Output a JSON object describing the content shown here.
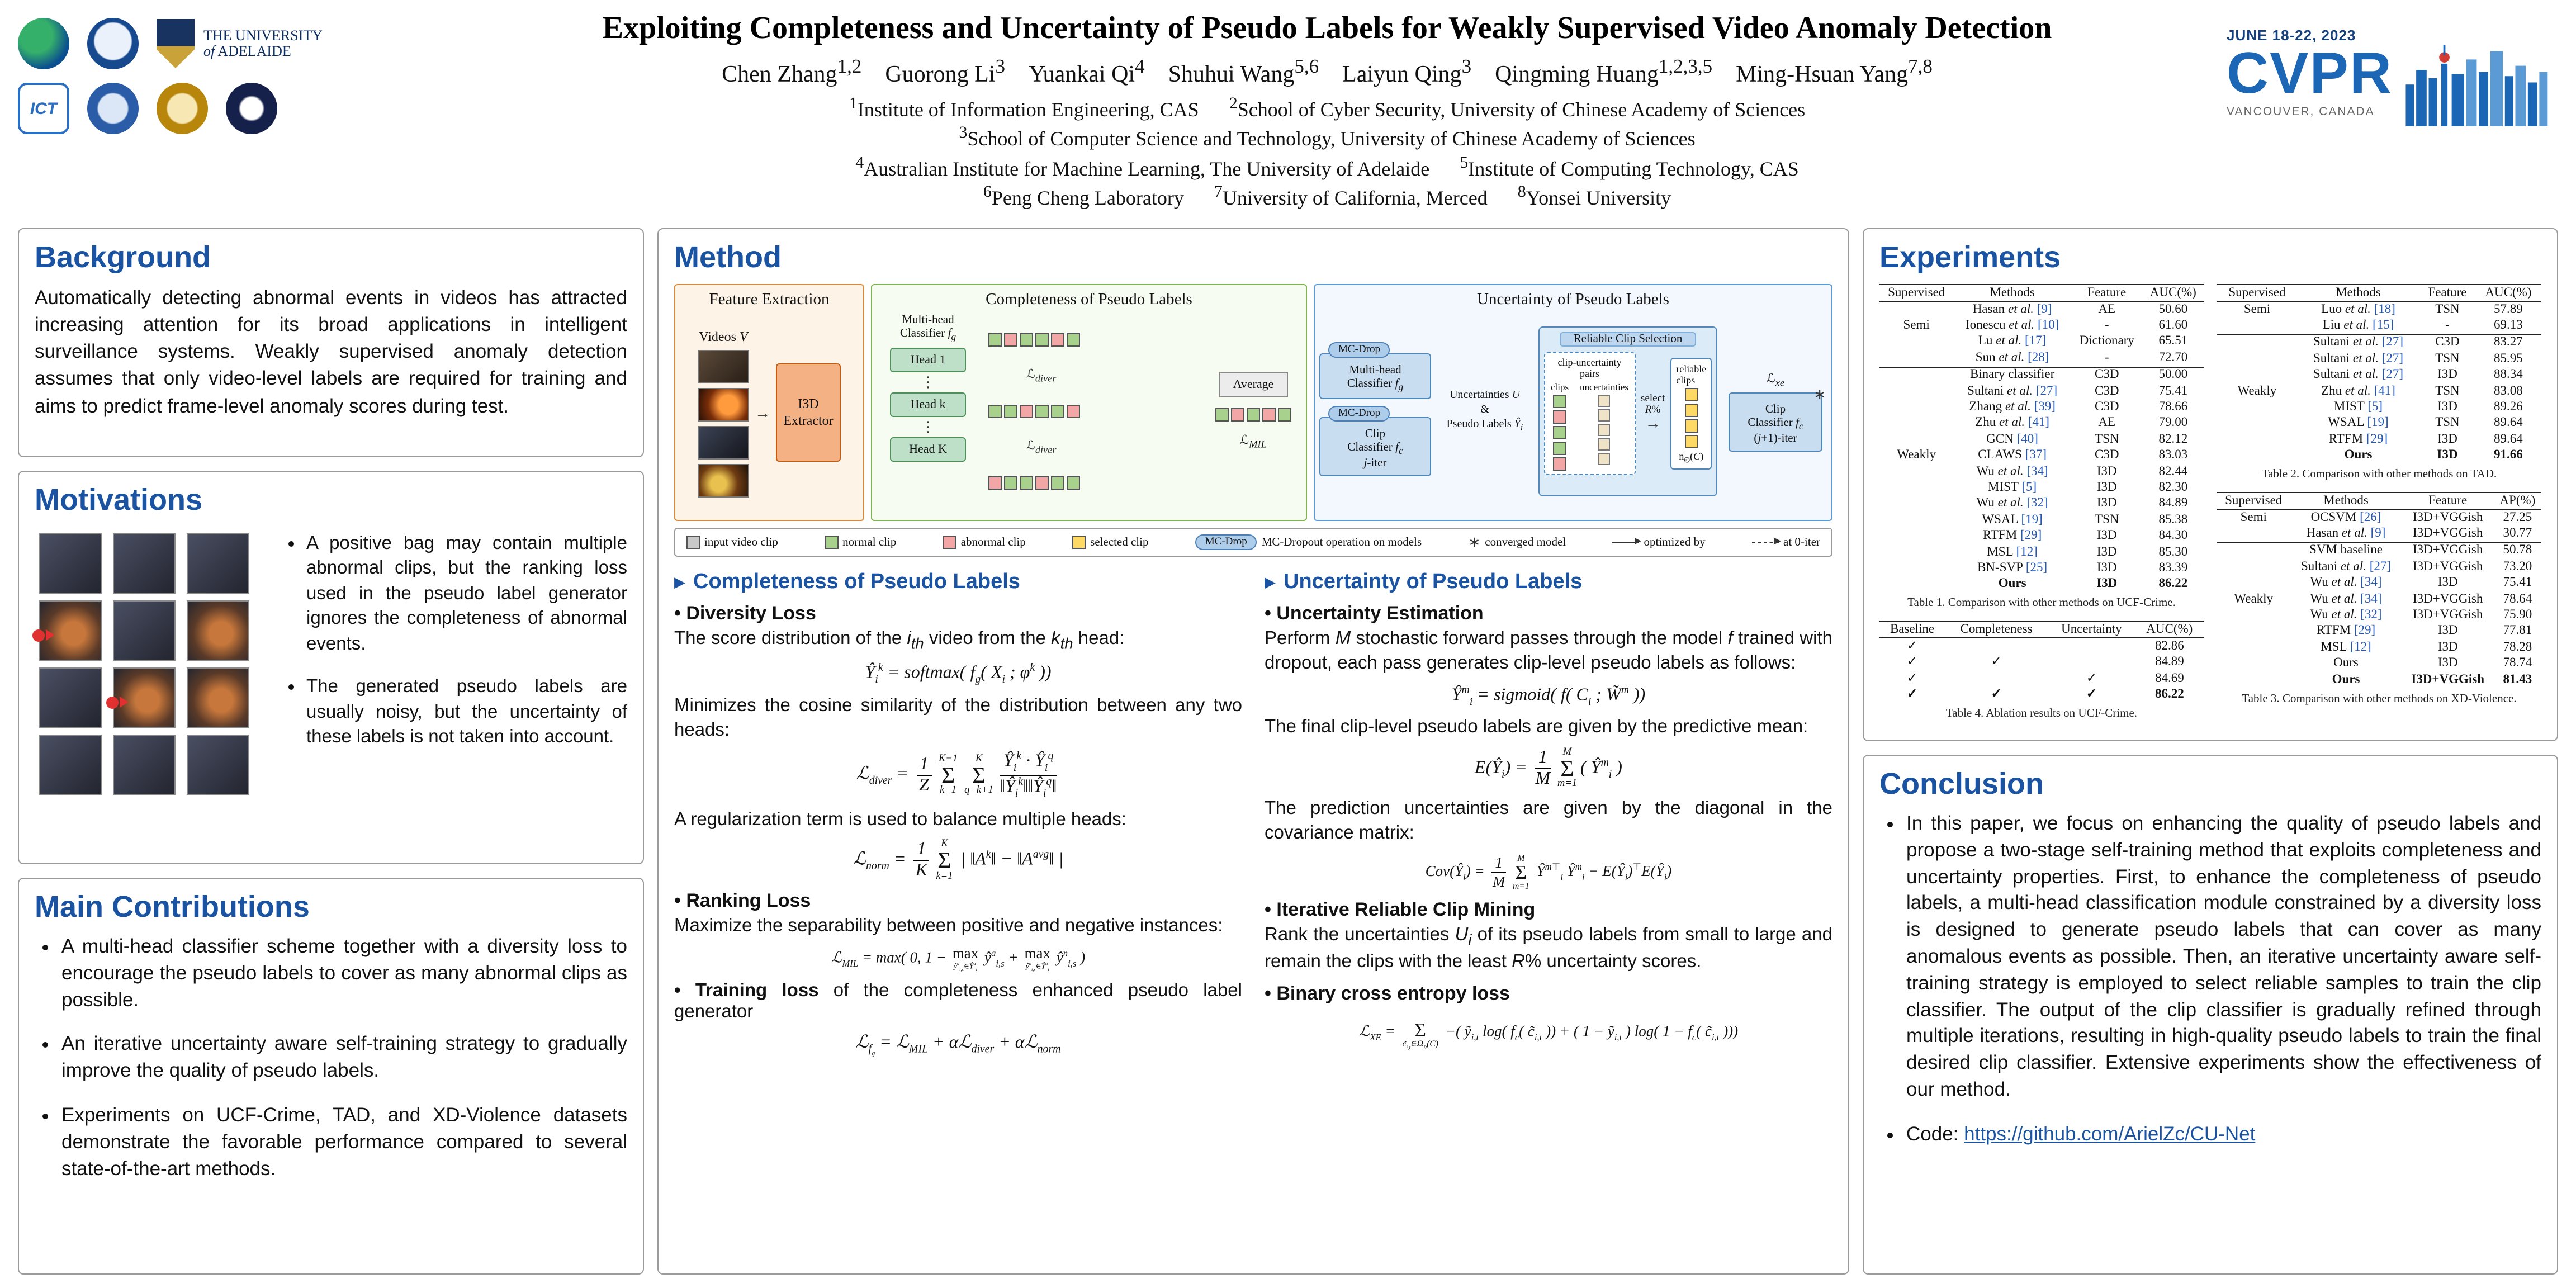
{
  "header": {
    "title": "Exploiting Completeness and Uncertainty of Pseudo Labels for Weakly Supervised Video Anomaly Detection",
    "authors_html": "Chen Zhang<sup>1,2</sup>&nbsp;&nbsp;&nbsp;&nbsp;Guorong Li<sup>3</sup>&nbsp;&nbsp;&nbsp;&nbsp;Yuankai Qi<sup>4</sup>&nbsp;&nbsp;&nbsp;&nbsp;Shuhui Wang<sup>5,6</sup>&nbsp;&nbsp;&nbsp;&nbsp;Laiyun Qing<sup>3</sup>&nbsp;&nbsp;&nbsp;&nbsp;Qingming Huang<sup>1,2,3,5</sup>&nbsp;&nbsp;&nbsp;&nbsp;Ming-Hsuan Yang<sup>7,8</sup>",
    "affils_html": [
      "<sup>1</sup>Institute of Information Engineering, CAS&nbsp;&nbsp;&nbsp;&nbsp;&nbsp;&nbsp;<sup>2</sup>School of Cyber Security, University of Chinese Academy of Sciences",
      "<sup>3</sup>School of Computer Science and Technology, University of Chinese Academy of Sciences",
      "<sup>4</sup>Australian Institute for Machine Learning, The University of Adelaide&nbsp;&nbsp;&nbsp;&nbsp;&nbsp;&nbsp;<sup>5</sup>Institute of Computing Technology, CAS",
      "<sup>6</sup>Peng Cheng Laboratory&nbsp;&nbsp;&nbsp;&nbsp;&nbsp;&nbsp;<sup>7</sup>University of California, Merced&nbsp;&nbsp;&nbsp;&nbsp;&nbsp;&nbsp;<sup>8</sup>Yonsei University"
    ],
    "adelaide_html": "THE UNIVERSITY<br><i>of</i> ADELAIDE",
    "ict_text": "ICT",
    "cvpr": {
      "dates": "JUNE 18-22, 2023",
      "name": "CVPR",
      "city": "VANCOUVER, CANADA"
    }
  },
  "background": {
    "heading": "Background",
    "text": "Automatically detecting abnormal events in videos has attracted increasing attention for its broad applications in intelligent surveillance systems. Weakly supervised anomaly detection assumes that only video-level labels are required for training and aims to predict frame-level anomaly scores during test."
  },
  "motivations": {
    "heading": "Motivations",
    "bullets": [
      "A positive bag may contain multiple abnormal clips, but the ranking loss used in the pseudo label generator ignores the completeness of abnormal events.",
      "The generated pseudo labels are usually noisy, but the uncertainty of these labels is not taken into account."
    ]
  },
  "contributions": {
    "heading": "Main Contributions",
    "bullets": [
      "A multi-head classifier scheme together with a diversity loss to encourage the pseudo labels to cover as many abnormal clips as possible.",
      "An iterative uncertainty aware self-training strategy to gradually improve the quality of pseudo labels.",
      "Experiments on UCF-Crime, TAD, and XD-Violence datasets demonstrate the favorable performance compared to several state-of-the-art methods."
    ]
  },
  "method": {
    "heading": "Method",
    "diagram": {
      "fe_title": "Feature Extraction",
      "videos_label_html": "Videos <i>V</i>",
      "i3d": "I3D Extractor",
      "comp_title": "Completeness of Pseudo Labels",
      "mh_label_html": "Multi-head<br>Classifier <i>f<sub>g</sub></i>",
      "heads": [
        "Head 1",
        "Head k",
        "Head K"
      ],
      "diver_html": "ℒ<i><sub>diver</sub></i>",
      "avg_label": "Average",
      "mil_html": "ℒ<i><sub>MIL</sub></i>",
      "unc_title": "Uncertainty of Pseudo Labels",
      "mcdrop_label": "MC-Drop",
      "mh2_html": "Multi-head<br>Classifier <i>f<sub>g</sub></i>",
      "ccj_html": "Clip<br>Classifier <i>f<sub>c</sub></i><br><i>j</i>-iter",
      "unc_mid_html": "Uncertainties <i>U</i><br>&amp;<br>Pseudo Labels <i>Ŷ<sub>i</sub></i>",
      "rcs_title": "Reliable Clip Selection",
      "pairs_label": "clip-uncertainty pairs",
      "clips_label": "clips",
      "uncert_label": "uncertainties",
      "select_html": "select<br><i>R</i>%",
      "reliable_label": "reliable clips",
      "ntheta_html": "n<sub>Θ</sub>(<i>C</i>)",
      "ccj1_html": "Clip<br>Classifier <i>f<sub>c</sub></i><br>(<i>j</i>+1)-iter",
      "lxe_html": "ℒ<i><sub>xe</sub></i>",
      "star": "∗",
      "legend": [
        "input video clip",
        "normal clip",
        "abnormal clip",
        "selected clip",
        "MC-Dropout operation on models",
        "converged model",
        "optimized by",
        "at 0-iter"
      ]
    },
    "completeness": {
      "heading": "Completeness of Pseudo Labels",
      "b1": "Diversity Loss",
      "t1_html": "The score distribution of the <i>i<sub>th</sub></i> video from the <i>k<sub>th</sub></i> head:",
      "f1_html": "Ŷ<sub>i</sub><sup>k</sup> = softmax( f<sub>g</sub>( X<sub>i</sub> ; φ<sup>k</sup> ))",
      "t2": "Minimizes the cosine similarity of the distribution between any two heads:",
      "f2_html": "ℒ<sub>diver</sub> = <span class='fr'><span>1</span><span>Z</span></span><span class='sg'><span>K−1</span><span>Σ</span><span>k=1</span></span><span class='sg'><span>K</span><span>Σ</span><span>q=k+1</span></span><span class='fr'><span>Ŷ<sub>i</sub><sup>k</sup> · Ŷ<sub>i</sub><sup>q</sup></span><span>‖Ŷ<sub>i</sub><sup>k</sup>‖‖Ŷ<sub>i</sub><sup>q</sup>‖</span></span>",
      "t3": "A regularization term is used to balance multiple heads:",
      "f3_html": "ℒ<sub>norm</sub> = <span class='fr'><span>1</span><span>K</span></span><span class='sg'><span>K</span><span>Σ</span><span>k=1</span></span> | ‖A<sup>k</sup>‖ − ‖A<sup>avg</sup>‖ |",
      "b2": "Ranking Loss",
      "t4": "Maximize the separability between positive and negative instances:",
      "f4_html": "ℒ<sub>MIL</sub> = max( 0, 1 − <span class='mx'><span>max</span><span>ŷ<sup>a</sup><sub>i,s</sub>∈Ŷ<sup>a</sup><sub>i</sub></span></span> ŷ<sup>a</sup><sub>i,s</sub> + <span class='mx'><span>max</span><span>ŷ<sup>n</sup><sub>i,s</sub>∈Ŷ<sup>n</sup><sub>i</sub></span></span> ŷ<sup>n</sup><sub>i,s</sub> )",
      "b3_html": "<b>Training loss</b> of the completeness enhanced pseudo label generator",
      "f5_html": "ℒ<sub>f<sub>g</sub></sub> = ℒ<sub>MIL</sub> + αℒ<sub>diver</sub> + αℒ<sub>norm</sub>"
    },
    "uncertainty": {
      "heading": "Uncertainty of Pseudo Labels",
      "b1": "Uncertainty Estimation",
      "t1_html": "Perform <i>M</i> stochastic forward passes through the model <i>f</i> trained with dropout, each pass generates clip-level pseudo labels as follows:",
      "f1_html": "Ŷ<sup>m</sup><sub>i</sub> = sigmoid( f( C<sub>i</sub> ; W̃<sup>m</sup> ))",
      "t2": "The final clip-level pseudo labels are given by the predictive mean:",
      "f2_html": "E(Ŷ<sub>i</sub>) = <span class='fr'><span>1</span><span>M</span></span><span class='sg'><span>M</span><span>Σ</span><span>m=1</span></span>( Ŷ<sup>m</sup><sub>i</sub> )",
      "t3": "The prediction uncertainties are given by the diagonal in the covariance matrix:",
      "f3_html": "Cov(Ŷ<sub>i</sub>) = <span class='fr'><span>1</span><span>M</span></span><span class='sg'><span>M</span><span>Σ</span><span>m=1</span></span> Ŷ<sup>m⊤</sup><sub>i</sub> Ŷ<sup>m</sup><sub>i</sub> − E(Ŷ<sub>i</sub>)<sup>⊤</sup>E(Ŷ<sub>i</sub>)",
      "b2": "Iterative Reliable Clip Mining",
      "t4_html": "Rank the uncertainties <i>U<sub>i</sub></i> of its pseudo labels from small to large and remain the clips with the least <i>R</i>% uncertainty scores.",
      "b3": "Binary cross entropy loss",
      "f4_html": "ℒ<sub>XE</sub> = <span class='sg'><span>&nbsp;</span><span>Σ</span><span>c̃<sub>i,t</sub>∈Ω<sub>R</sub>(C)</span></span> −( ỹ<sub>i,t</sub> log( f<sub>c</sub>( c̃<sub>i,t</sub> )) + ( 1 − ỹ<sub>i,t</sub> ) log( 1 − f<sub>c</sub>( c̃<sub>i,t</sub> )))"
    }
  },
  "experiments": {
    "heading": "Experiments",
    "table1": {
      "columns": [
        "Supervised",
        "Methods",
        "Feature",
        "AUC(%)"
      ],
      "rows": [
        {
          "m": "Hasan <i>et al.</i> <span class='cite'>[9]</span>",
          "f": "AE",
          "v": "50.60"
        },
        {
          "sup": "Semi",
          "m": "Ionescu <i>et al.</i> <span class='cite'>[10]</span>",
          "f": "-",
          "v": "61.60"
        },
        {
          "m": "Lu <i>et al.</i> <span class='cite'>[17]</span>",
          "f": "Dictionary",
          "v": "65.51"
        },
        {
          "m": "Sun <i>et al.</i> <span class='cite'>[28]</span>",
          "f": "-",
          "v": "72.70"
        },
        {
          "m": "Binary classifier",
          "f": "C3D",
          "v": "50.00",
          "cls": "sep"
        },
        {
          "m": "Sultani <i>et al.</i> <span class='cite'>[27]</span>",
          "f": "C3D",
          "v": "75.41"
        },
        {
          "m": "Zhang <i>et al.</i> <span class='cite'>[39]</span>",
          "f": "C3D",
          "v": "78.66"
        },
        {
          "m": "Zhu <i>et al.</i> <span class='cite'>[41]</span>",
          "f": "AE",
          "v": "79.00"
        },
        {
          "m": "GCN <span class='cite'>[40]</span>",
          "f": "TSN",
          "v": "82.12"
        },
        {
          "sup": "Weakly",
          "m": "CLAWS <span class='cite'>[37]</span>",
          "f": "C3D",
          "v": "83.03"
        },
        {
          "m": "Wu <i>et al.</i> <span class='cite'>[34]</span>",
          "f": "I3D",
          "v": "82.44"
        },
        {
          "m": "MIST <span class='cite'>[5]</span>",
          "f": "I3D",
          "v": "82.30"
        },
        {
          "m": "Wu <i>et al.</i> <span class='cite'>[32]</span>",
          "f": "I3D",
          "v": "84.89"
        },
        {
          "m": "WSAL <span class='cite'>[19]</span>",
          "f": "TSN",
          "v": "85.38"
        },
        {
          "m": "RTFM <span class='cite'>[29]</span>",
          "f": "I3D",
          "v": "84.30"
        },
        {
          "m": "MSL <span class='cite'>[12]</span>",
          "f": "I3D",
          "v": "85.30"
        },
        {
          "m": "BN-SVP <span class='cite'>[25]</span>",
          "f": "I3D",
          "v": "83.39"
        },
        {
          "m": "Ours",
          "f": "I3D",
          "v": "86.22",
          "cls": "bold"
        }
      ],
      "caption": "Table 1. Comparison with other methods on UCF-Crime."
    },
    "table2": {
      "columns": [
        "Supervised",
        "Methods",
        "Feature",
        "AUC(%)"
      ],
      "rows": [
        {
          "sup": "Semi",
          "m": "Luo <i>et al.</i> <span class='cite'>[18]</span>",
          "f": "TSN",
          "v": "57.89"
        },
        {
          "m": "Liu <i>et al.</i> <span class='cite'>[15]</span>",
          "f": "-",
          "v": "69.13"
        },
        {
          "m": "Sultani <i>et al.</i> <span class='cite'>[27]</span>",
          "f": "C3D",
          "v": "83.27",
          "cls": "sep"
        },
        {
          "m": "Sultani <i>et al.</i> <span class='cite'>[27]</span>",
          "f": "TSN",
          "v": "85.95"
        },
        {
          "m": "Sultani <i>et al.</i> <span class='cite'>[27]</span>",
          "f": "I3D",
          "v": "88.34"
        },
        {
          "sup": "Weakly",
          "m": "Zhu <i>et al.</i> <span class='cite'>[41]</span>",
          "f": "TSN",
          "v": "83.08"
        },
        {
          "m": "MIST <span class='cite'>[5]</span>",
          "f": "I3D",
          "v": "89.26"
        },
        {
          "m": "WSAL <span class='cite'>[19]</span>",
          "f": "TSN",
          "v": "89.64"
        },
        {
          "m": "RTFM <span class='cite'>[29]</span>",
          "f": "I3D",
          "v": "89.64"
        },
        {
          "m": "Ours",
          "f": "I3D",
          "v": "91.66",
          "cls": "bold"
        }
      ],
      "caption": "Table 2. Comparison with other methods on TAD."
    },
    "table3": {
      "columns": [
        "Supervised",
        "Methods",
        "Feature",
        "AP(%)"
      ],
      "rows": [
        {
          "sup": "Semi",
          "m": "OCSVM <span class='cite'>[26]</span>",
          "f": "I3D+VGGish",
          "v": "27.25"
        },
        {
          "m": "Hasan <i>et al.</i> <span class='cite'>[9]</span>",
          "f": "I3D+VGGish",
          "v": "30.77"
        },
        {
          "m": "SVM baseline",
          "f": "I3D+VGGish",
          "v": "50.78",
          "cls": "sep"
        },
        {
          "m": "Sultani <i>et al.</i> <span class='cite'>[27]</span>",
          "f": "I3D+VGGish",
          "v": "73.20"
        },
        {
          "m": "Wu <i>et al.</i> <span class='cite'>[34]</span>",
          "f": "I3D",
          "v": "75.41"
        },
        {
          "sup": "Weakly",
          "m": "Wu <i>et al.</i> <span class='cite'>[34]</span>",
          "f": "I3D+VGGish",
          "v": "78.64"
        },
        {
          "m": "Wu <i>et al.</i> <span class='cite'>[32]</span>",
          "f": "I3D+VGGish",
          "v": "75.90"
        },
        {
          "m": "RTFM <span class='cite'>[29]</span>",
          "f": "I3D",
          "v": "77.81"
        },
        {
          "m": "MSL <span class='cite'>[12]</span>",
          "f": "I3D",
          "v": "78.28"
        },
        {
          "m": "Ours",
          "f": "I3D",
          "v": "78.74"
        },
        {
          "m": "Ours",
          "f": "I3D+VGGish",
          "v": "81.43",
          "cls": "bold"
        }
      ],
      "caption": "Table 3. Comparison with other methods on XD-Violence."
    },
    "table4": {
      "columns": [
        "Baseline",
        "Completeness",
        "Uncertainty",
        "AUC(%)"
      ],
      "rows": [
        {
          "c1": "✓",
          "v": "82.86"
        },
        {
          "c1": "✓",
          "c2": "✓",
          "v": "84.89"
        },
        {
          "c1": "✓",
          "c3": "✓",
          "v": "84.69"
        },
        {
          "c1": "✓",
          "c2": "✓",
          "c3": "✓",
          "v": "86.22",
          "cls": "bold"
        }
      ],
      "caption": "Table 4. Ablation results on UCF-Crime."
    }
  },
  "conclusion": {
    "heading": "Conclusion",
    "text": "In this paper, we focus on enhancing the quality of pseudo labels and propose a two-stage self-training method that exploits completeness and uncertainty properties. First, to enhance the completeness of pseudo labels, a multi-head classification module constrained by a diversity loss is designed to generate pseudo labels that can cover as many anomalous events as possible. Then, an iterative uncertainty aware self-training strategy is employed to select reliable samples to train the clip classifier. The output of the clip classifier is gradually refined through multiple iterations, resulting in high-quality pseudo labels to train the final desired clip classifier. Extensive experiments show the effectiveness of our method.",
    "code_label": "Code: ",
    "code_url": "https://github.com/ArielZc/CU-Net"
  }
}
